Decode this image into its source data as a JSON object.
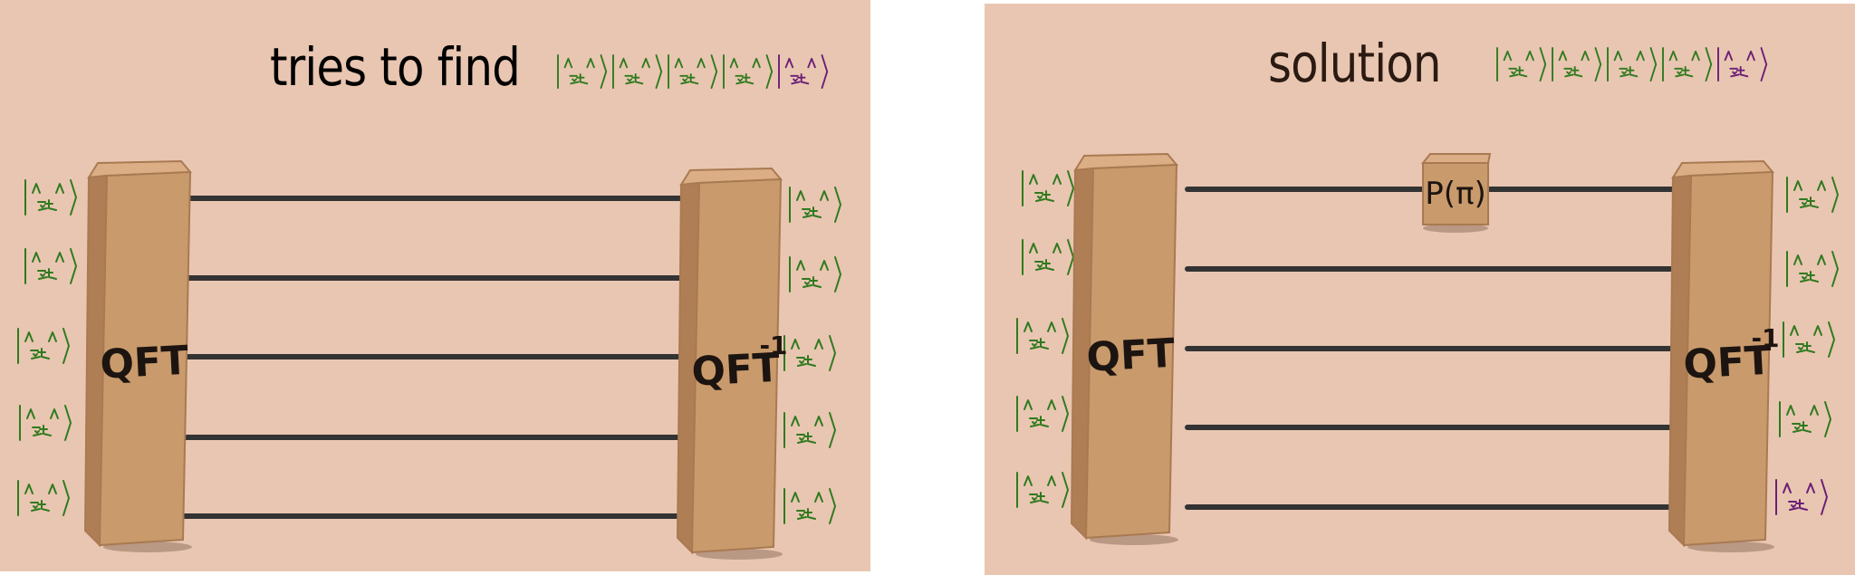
{
  "panels": [
    {
      "title": "tries to find",
      "title_color": "#000000",
      "gate_box_left": "QFT",
      "gate_box_right": "QFT",
      "gate_box_right_superscript": "-1",
      "phase_gate": null,
      "header_cat_states": [
        "green-cat-ket",
        "green-cat-ket",
        "green-cat-ket",
        "green-cat-ket",
        "purple-cat-ket"
      ],
      "input_cat_states": [
        "green",
        "green",
        "green",
        "green",
        "green"
      ],
      "output_cat_states": [
        "green",
        "green",
        "green",
        "green",
        "green"
      ]
    },
    {
      "title": "solution",
      "title_color": "#2a1a12",
      "gate_box_left": "QFT",
      "gate_box_right": "QFT",
      "gate_box_right_superscript": "-1",
      "phase_gate": "P(π)",
      "header_cat_states": [
        "green-cat-ket",
        "green-cat-ket",
        "green-cat-ket",
        "green-cat-ket",
        "purple-cat-ket"
      ],
      "input_cat_states": [
        "green",
        "green",
        "green",
        "green",
        "green"
      ],
      "output_cat_states": [
        "green",
        "green",
        "green",
        "green",
        "purple"
      ]
    }
  ],
  "colors": {
    "background": "#e9c6b1",
    "wire": "#333333",
    "box_front": "#c99a6c",
    "box_side": "#b07e55",
    "box_top": "#dcae86",
    "green_cat": "#2f7a1f",
    "purple_cat": "#6a1f78"
  }
}
